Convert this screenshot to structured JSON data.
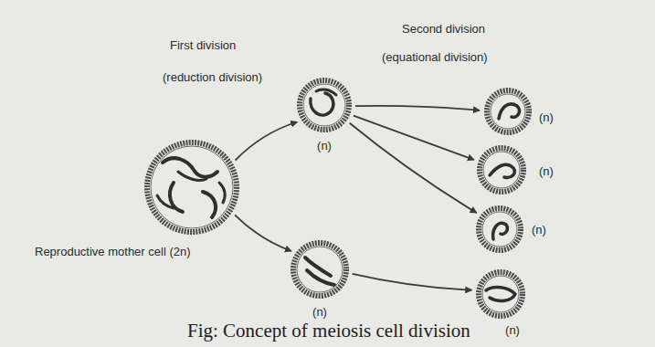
{
  "diagram": {
    "caption": "Fig: Concept of meiosis cell division",
    "nodes": [
      {
        "text": [
          "Reproductive mother cell (2n)"
        ]
      },
      {
        "text": [
          "(n)"
        ]
      },
      {
        "text": [
          "(n)"
        ]
      },
      {
        "text": [
          "(n)"
        ]
      },
      {
        "text": [
          "(n)"
        ]
      },
      {
        "text": [
          "(n)"
        ]
      },
      {
        "text": [
          "(n)"
        ]
      }
    ],
    "edges": [
      {
        "from": 0,
        "to": 1,
        "arrow": "to"
      },
      {
        "from": 0,
        "to": 2,
        "arrow": "to"
      },
      {
        "from": 1,
        "to": 3,
        "arrow": "to"
      },
      {
        "from": 1,
        "to": 4,
        "arrow": "to"
      },
      {
        "from": 1,
        "to": 5,
        "arrow": "to"
      },
      {
        "from": 2,
        "to": 6,
        "arrow": "to"
      }
    ],
    "labels": [
      "First division",
      "(reduction division)",
      "Second division",
      "(equational division)"
    ]
  }
}
